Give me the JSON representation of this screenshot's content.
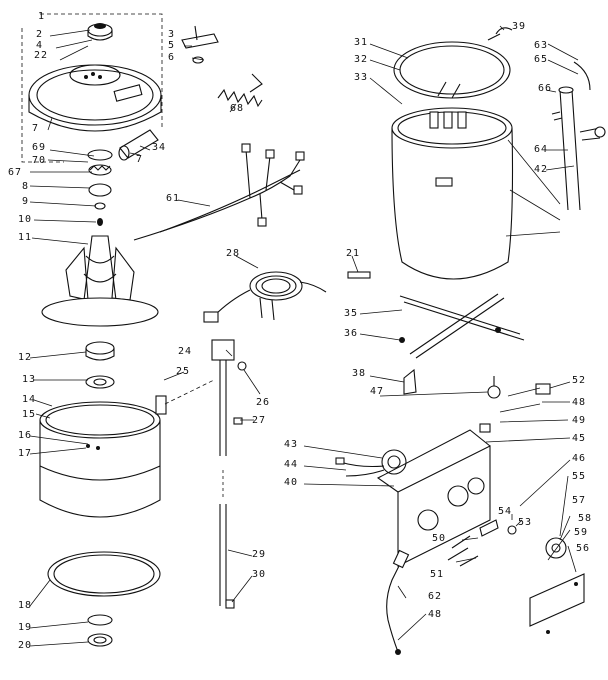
{
  "callouts": [
    "1",
    "2",
    "4",
    "22",
    "3",
    "5",
    "6",
    "68",
    "7",
    "34",
    "69",
    "70",
    "7",
    "67",
    "8",
    "9",
    "10",
    "11",
    "12",
    "13",
    "14",
    "15",
    "16",
    "17",
    "18",
    "19",
    "20",
    "25",
    "24",
    "26",
    "27",
    "29",
    "30",
    "61",
    "28",
    "21",
    "35",
    "36",
    "31",
    "32",
    "33",
    "39",
    "63",
    "65",
    "66",
    "64",
    "42",
    "38",
    "47",
    "52",
    "48",
    "49",
    "45",
    "43",
    "44",
    "40",
    "46",
    "55",
    "54",
    "53",
    "50",
    "51",
    "62",
    "48",
    "57",
    "58",
    "59",
    "56"
  ]
}
